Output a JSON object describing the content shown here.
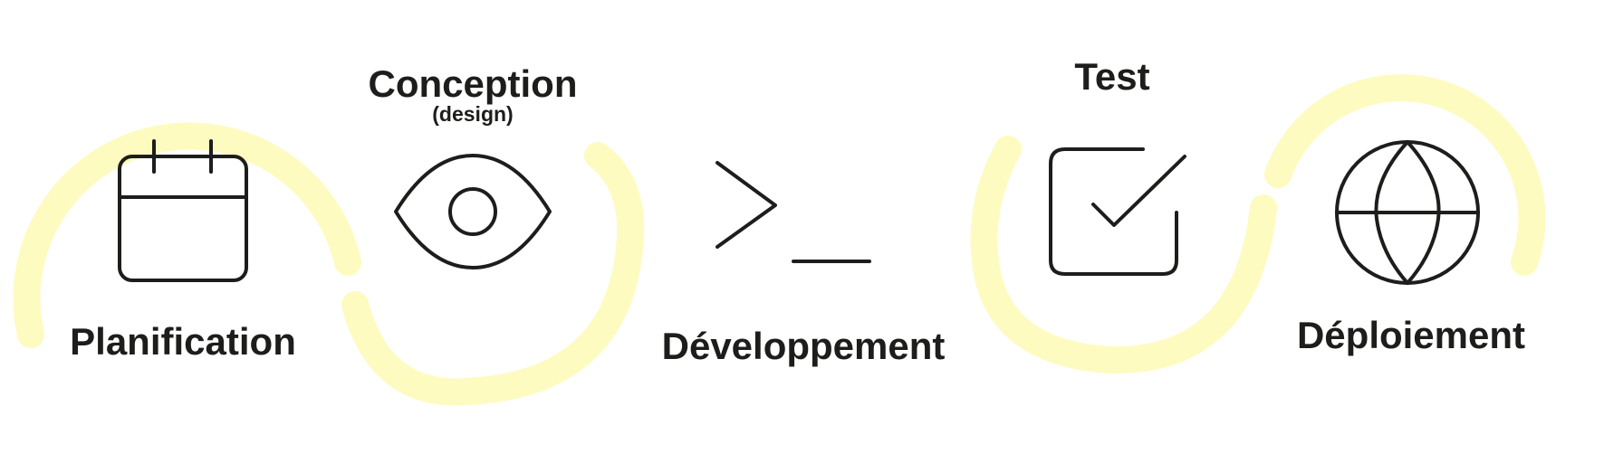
{
  "stages": [
    {
      "label": "Planification",
      "icon": "calendar-icon"
    },
    {
      "label": "Conception",
      "sublabel": "(design)",
      "icon": "eye-icon"
    },
    {
      "label": "Développement",
      "icon": "terminal-prompt-icon"
    },
    {
      "label": "Test",
      "icon": "checkbox-checked-icon"
    },
    {
      "label": "Déploiement",
      "icon": "globe-icon"
    }
  ],
  "colors": {
    "arc": "#fdfbc0",
    "stroke": "#1d1d1b",
    "text": "#1d1d1b"
  }
}
